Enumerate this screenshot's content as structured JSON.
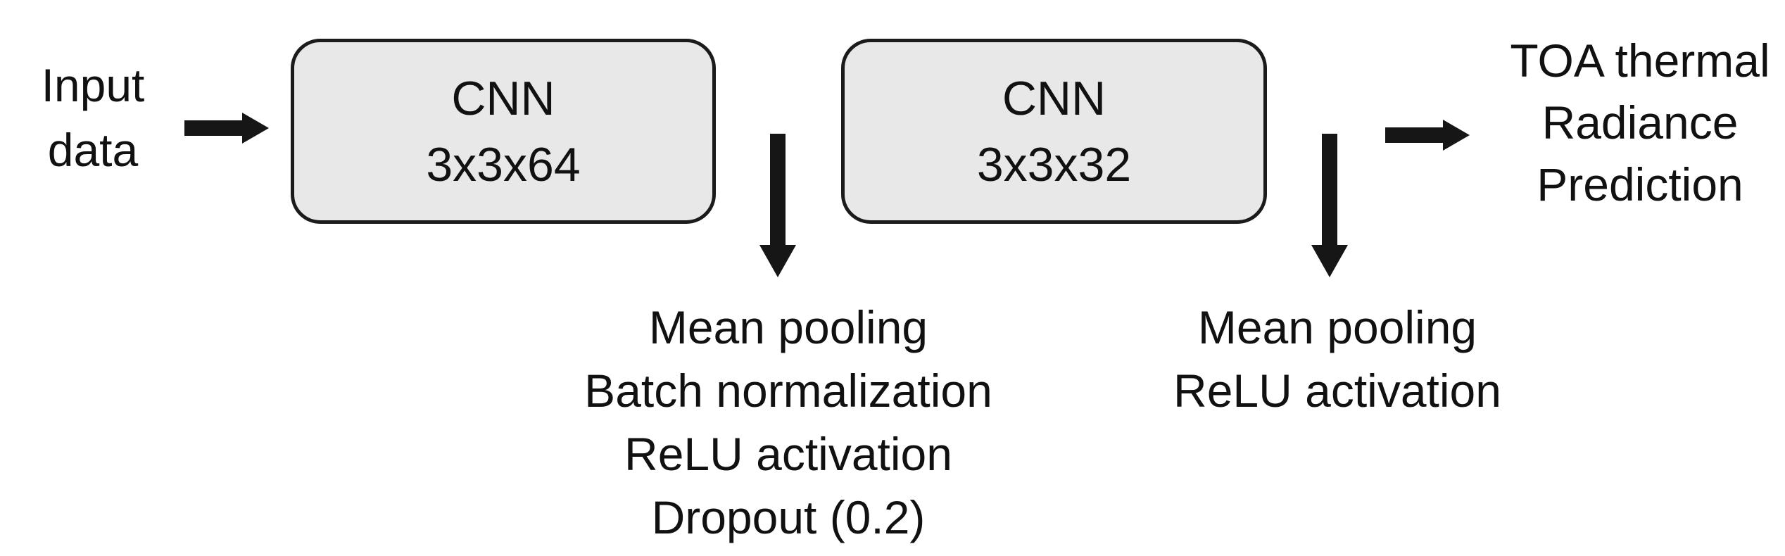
{
  "colors": {
    "background": "#ffffff",
    "box_fill": "#e8e8e8",
    "box_border": "#1b1b1b",
    "arrow": "#161616",
    "text": "#111111"
  },
  "icons": {
    "right_arrow": "block-arrow-right (css shaft + triangle)",
    "down_arrow": "block-arrow-down (css shaft + triangle)"
  },
  "input": {
    "label_lines": [
      "Input",
      "data"
    ]
  },
  "blocks": [
    {
      "title": "CNN",
      "kernel": "3x3x64",
      "ops": [
        "Mean pooling",
        "Batch normalization",
        "ReLU activation",
        "Dropout (0.2)"
      ]
    },
    {
      "title": "CNN",
      "kernel": "3x3x32",
      "ops": [
        "Mean pooling",
        "ReLU activation"
      ]
    }
  ],
  "output": {
    "label_lines": [
      "TOA thermal",
      "Radiance",
      "Prediction"
    ]
  }
}
